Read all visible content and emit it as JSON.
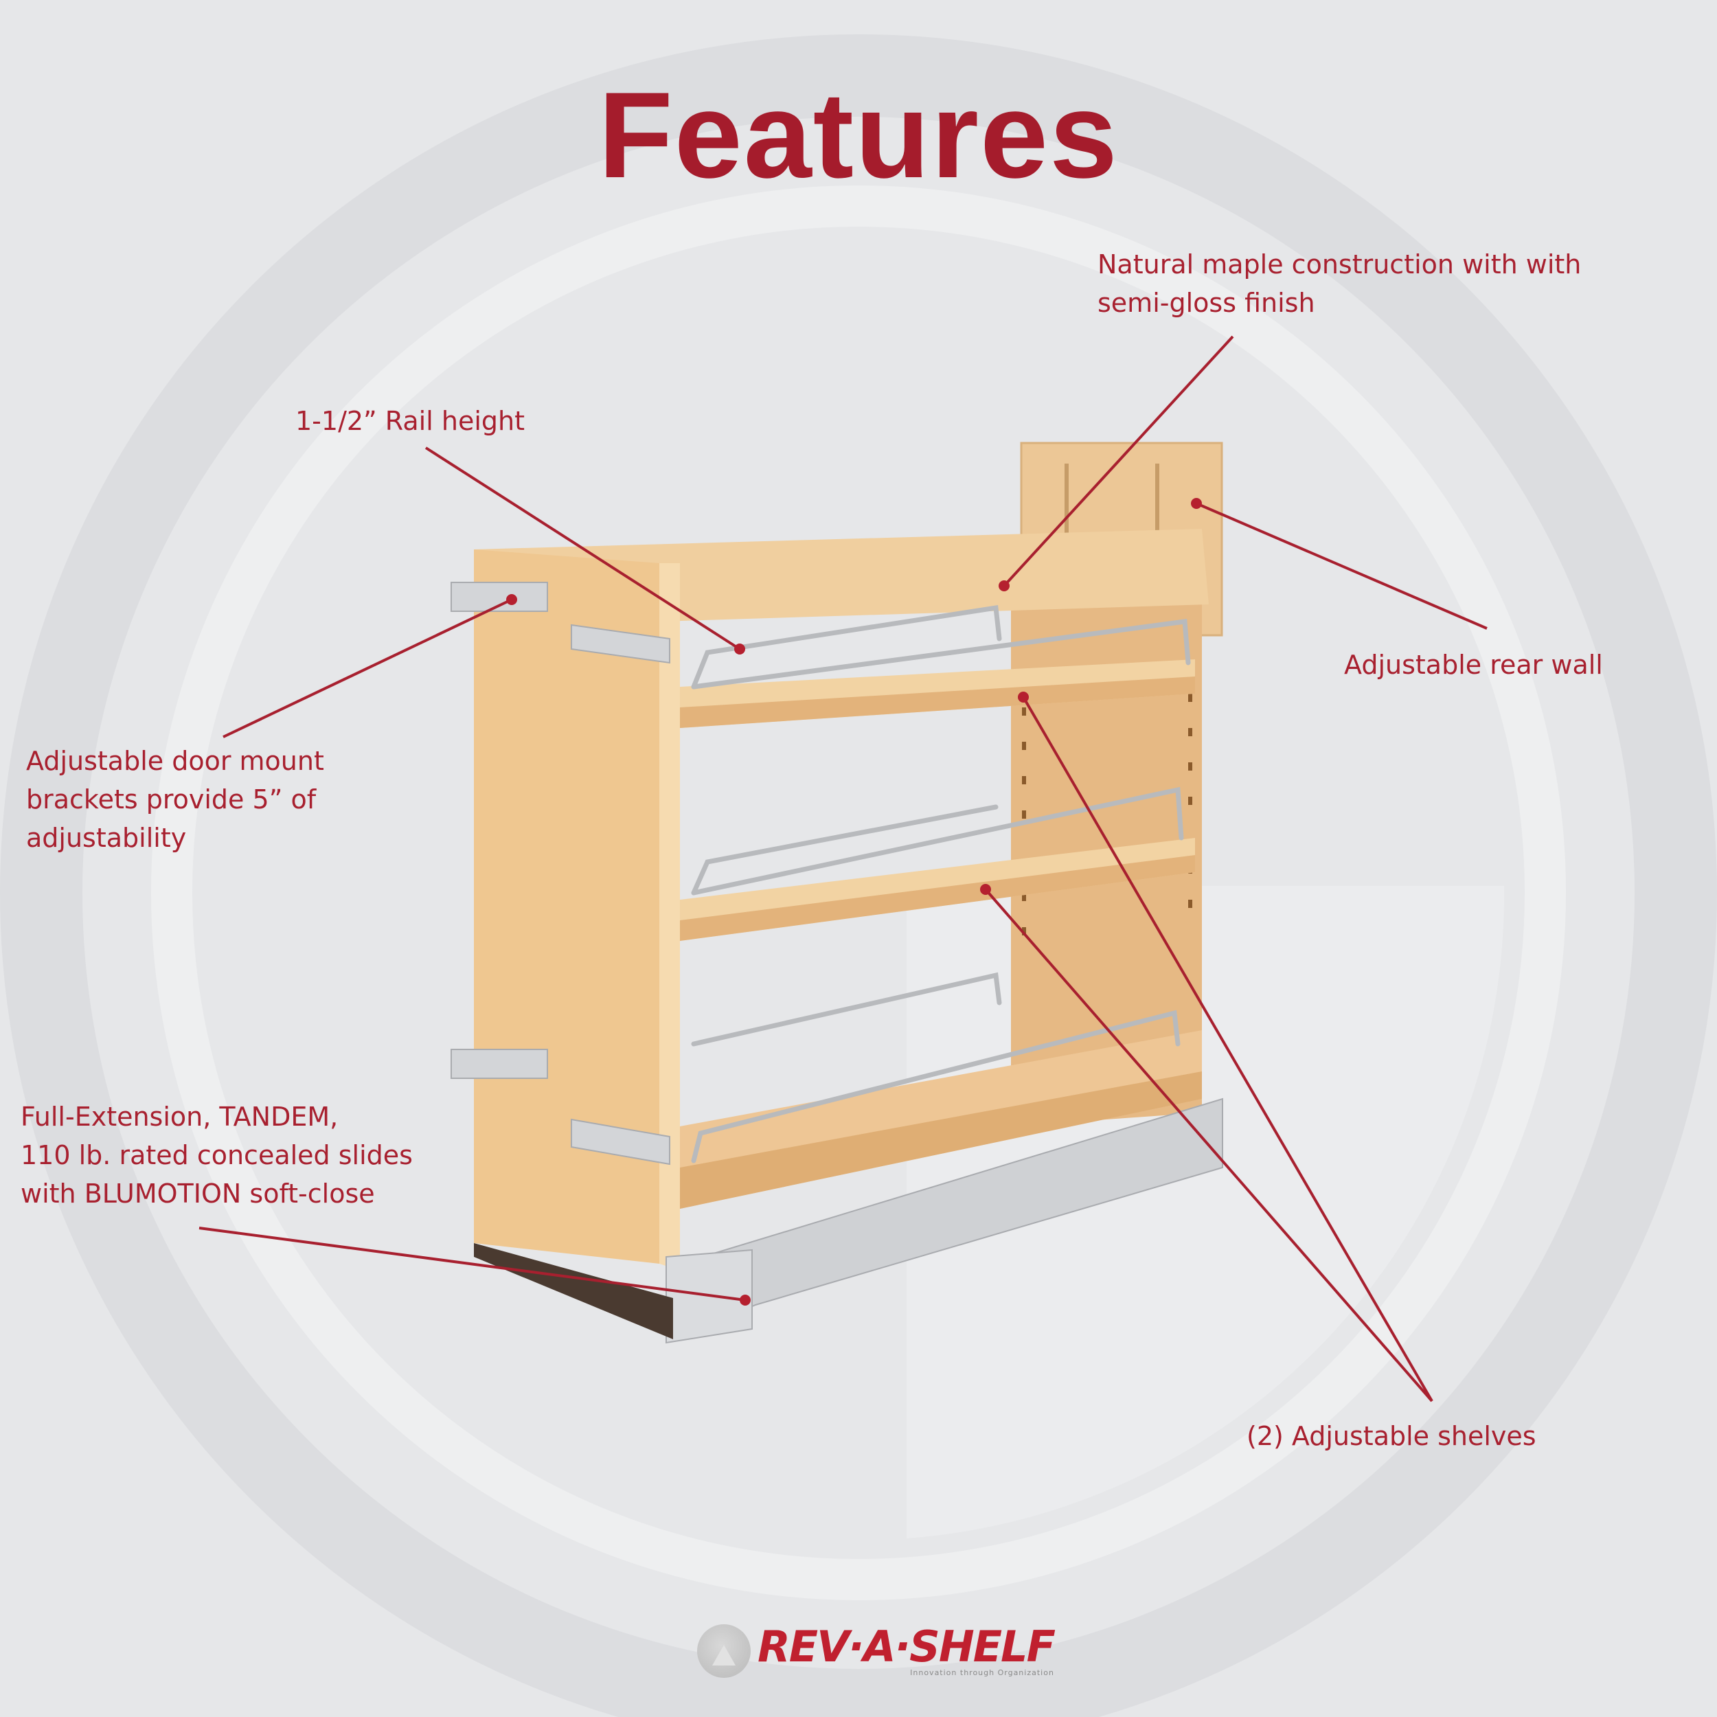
{
  "title": "Features",
  "colors": {
    "accent": "#a8202f",
    "background": "#e6e7e9",
    "ring": "#dcdde0",
    "maple": "#e9c08c",
    "steel": "#c9cbce"
  },
  "callouts": [
    {
      "id": "maple",
      "lines": [
        "Natural maple construction with with",
        "semi-gloss finish"
      ]
    },
    {
      "id": "rail",
      "lines": [
        "1-1/2” Rail height"
      ]
    },
    {
      "id": "rear-wall",
      "lines": [
        "Adjustable rear wall"
      ]
    },
    {
      "id": "door-mount",
      "lines": [
        "Adjustable door mount",
        "brackets provide 5” of",
        "adjustability"
      ]
    },
    {
      "id": "slides",
      "lines": [
        "Full-Extension, TANDEM,",
        "110 lb. rated concealed slides",
        "with BLUMOTION soft-close"
      ]
    },
    {
      "id": "shelves",
      "lines": [
        "(2) Adjustable shelves"
      ]
    }
  ],
  "logo": {
    "brand": "REV·A·SHELF",
    "tagline": "Innovation through Organization",
    "icon": "rev-a-shelf-circle-logo-icon"
  },
  "product": {
    "name": "pull-out-cabinet-organizer",
    "icon": "maple-pullout-organizer-illustration"
  }
}
